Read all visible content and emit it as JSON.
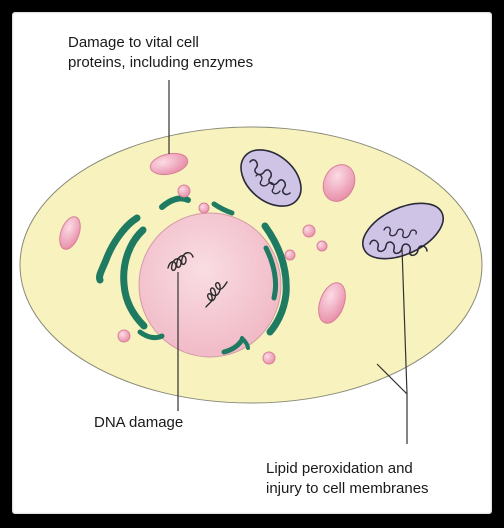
{
  "labels": {
    "proteins_line1": "Damage to vital cell",
    "proteins_line2": "proteins, including enzymes",
    "dna": "DNA damage",
    "lipid_line1": "Lipid peroxidation and",
    "lipid_line2": "injury to cell membranes"
  },
  "colors": {
    "frame": "#000000",
    "background": "#ffffff",
    "cytoplasm": "#f7f2be",
    "membrane_outline": "#8a8a78",
    "nucleus": "#f4c7d0",
    "vesicle": "#ec9cb3",
    "er": "#1f7a62",
    "mitochondrion": "#cfc3e6",
    "mitochondrion_cristae": "#2a2a3a",
    "leader_line": "#333333",
    "text": "#1a1a1a"
  }
}
